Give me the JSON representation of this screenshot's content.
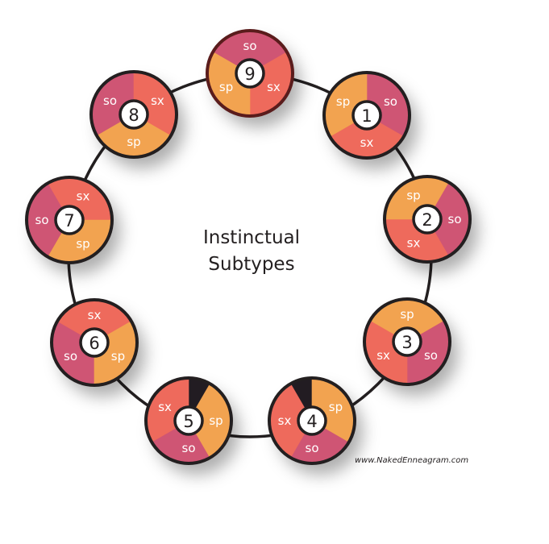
{
  "title": {
    "line1": "Instinctual",
    "line2": "Subtypes"
  },
  "watermark": "www.NakedEnneagram.com",
  "colors": {
    "so": "#cf5574",
    "sx": "#ee6a5c",
    "sp": "#f2a350",
    "ring_stroke": "#231f20",
    "center_fill": "#ffffff",
    "node9_stroke": "#5a1c1c"
  },
  "nodes": [
    {
      "number": "9",
      "segments": [
        {
          "type": "so",
          "label": "so"
        },
        {
          "type": "sx",
          "label": "sx"
        },
        {
          "type": "sp",
          "label": "sp"
        }
      ]
    },
    {
      "number": "1",
      "segments": [
        {
          "type": "so",
          "label": "so"
        },
        {
          "type": "sx",
          "label": "sx"
        },
        {
          "type": "sp",
          "label": "sp"
        }
      ]
    },
    {
      "number": "2",
      "segments": [
        {
          "type": "so",
          "label": "so"
        },
        {
          "type": "sx",
          "label": "sx"
        },
        {
          "type": "sp",
          "label": "sp"
        }
      ]
    },
    {
      "number": "3",
      "segments": [
        {
          "type": "so",
          "label": "so"
        },
        {
          "type": "sx",
          "label": "sx"
        },
        {
          "type": "sp",
          "label": "sp"
        }
      ]
    },
    {
      "number": "4",
      "segments": [
        {
          "type": "so",
          "label": "so"
        },
        {
          "type": "sx",
          "label": "sx"
        },
        {
          "type": "sp",
          "label": "sp"
        }
      ]
    },
    {
      "number": "5",
      "segments": [
        {
          "type": "so",
          "label": "so"
        },
        {
          "type": "sx",
          "label": "sx"
        },
        {
          "type": "sp",
          "label": "sp"
        }
      ]
    },
    {
      "number": "6",
      "segments": [
        {
          "type": "so",
          "label": "so"
        },
        {
          "type": "sx",
          "label": "sx"
        },
        {
          "type": "sp",
          "label": "sp"
        }
      ]
    },
    {
      "number": "7",
      "segments": [
        {
          "type": "so",
          "label": "so"
        },
        {
          "type": "sx",
          "label": "sx"
        },
        {
          "type": "sp",
          "label": "sp"
        }
      ]
    },
    {
      "number": "8",
      "segments": [
        {
          "type": "so",
          "label": "so"
        },
        {
          "type": "sx",
          "label": "sx"
        },
        {
          "type": "sp",
          "label": "sp"
        }
      ]
    }
  ]
}
